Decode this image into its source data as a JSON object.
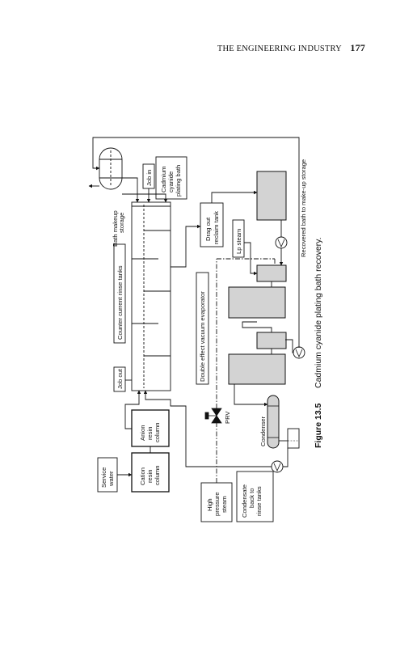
{
  "header": {
    "running_title": "THE ENGINEERING INDUSTRY",
    "page_number": "177"
  },
  "labels": {
    "bath_makeup_storage": [
      "Bath makeup",
      "storage"
    ],
    "job_in": "Job in",
    "cadmium_bath": [
      "Cadmium",
      "cyanide",
      "plating bath"
    ],
    "rinse_tanks": "Counter current rinse tanks",
    "job_out": "Job out",
    "drag_out": [
      "Drag out",
      "reclaim tank"
    ],
    "lp_steam": "Lp steam",
    "recovered_bath": "Recovered bath to make-up storage",
    "evaporator": "Double effect vacuum evaporator",
    "service_water": [
      "Service",
      "water"
    ],
    "cation_column": [
      "Cation",
      "resin",
      "column"
    ],
    "anion_column": [
      "Anion",
      "resin",
      "column"
    ],
    "prv": "PRV",
    "high_pressure_steam": [
      "High",
      "pressure",
      "steam"
    ],
    "condenser": "Condenser",
    "condensate": [
      "Condensate",
      "back to",
      "rinse tanks"
    ]
  },
  "caption": {
    "number": "Figure 13.5",
    "text": "Cadmium cyanide plating bath recovery."
  }
}
